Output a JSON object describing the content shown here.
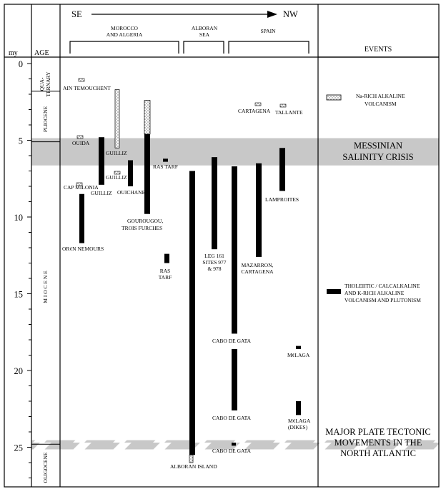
{
  "header": {
    "direction_left": "SE",
    "direction_right": "NW",
    "region_morocco_line1": "MOROCCO",
    "region_morocco_line2": "AND ALGERIA",
    "region_alboran_line1": "ALBORAN",
    "region_alboran_line2": "SEA",
    "region_spain": "SPAIN",
    "events_title": "EVENTS",
    "my_label": "my",
    "age_label": "AGE"
  },
  "axis": {
    "min": 0,
    "max": 27,
    "major_ticks": [
      "0",
      "5",
      "10",
      "15",
      "20",
      "25"
    ]
  },
  "ages": {
    "quaternary_line1": "QUA-",
    "quaternary_line2": "TERNARY",
    "pliocene": "PLIOCENE",
    "miocene": "M I O C E N E",
    "oligocene": "OLIGOCENE"
  },
  "age_boundaries": [
    1.8,
    5.1,
    24.8
  ],
  "bands": {
    "messinian": [
      5.0,
      6.5
    ],
    "tectonic": [
      24.4,
      25.0
    ]
  },
  "events": {
    "alkaline_line1": "Na-RICH ALKALINE",
    "alkaline_line2": "VOLCANISM",
    "messinian_line1": "MESSINIAN",
    "messinian_line2": "SALINITY CRISIS",
    "tholeiitic_line1": "THOLEIITIC / CALCALKALINE",
    "tholeiitic_line2": "AND K-RICH ALKALINE",
    "tholeiitic_line3": "VOLCANISM AND PLUTONISM",
    "tectonic_line1": "MAJOR PLATE TECTONIC",
    "tectonic_line2": "MOVEMENTS IN THE",
    "tectonic_line3": "NORTH ATLANTIC"
  },
  "site_labels": {
    "ain_temouchent": "AIN TEMOUCHENT",
    "ouida": "OUIDA",
    "guilliz_1": "GUILLIZ",
    "guilliz_2": "GUILLIZ",
    "guilliz_3": "GUILLIZ",
    "cap_milonia": "CAP MILONIA",
    "ouichane": "OUICHANE",
    "ras_tarf_1": "RAS TARF",
    "gourougou_line1": "GOUROUGOU,",
    "gourougou_line2": "TROIS FURCHES",
    "oran_nemours": "OR¢N NEMOURS",
    "ras_tarf_2_line1": "RAS",
    "ras_tarf_2_line2": "TARF",
    "leg161_line1": "LEG 161",
    "leg161_line2": "SITES 977",
    "leg161_line3": "& 978",
    "mazarron_line1": "MAZARRON,",
    "mazarron_line2": "CARTAGENA",
    "cartagena": "CARTAGENA",
    "tallante": "TALLANTE",
    "lamproites": "LAMPROITES",
    "cabo_1": "CABO DE GATA",
    "cabo_2": "CABO DE  GATA",
    "cabo_3": "CABO DE  GATA",
    "malaga": "M¢LAGA",
    "malaga_dikes_line1": "M¢LAGA",
    "malaga_dikes_line2": "(DIKES)",
    "alboran_island": "ALBORAN ISLAND"
  },
  "chart_data": {
    "type": "range-bar",
    "y_axis_label": "my",
    "y_range": [
      0,
      27
    ],
    "volcanic_ranges": [
      {
        "site": "ORAN NEMOURS",
        "start": 8.5,
        "end": 11.7,
        "style": "solid"
      },
      {
        "site": "GUILLIZ",
        "start": 4.8,
        "end": 7.9,
        "style": "solid"
      },
      {
        "site": "GUILLIZ",
        "start": 1.7,
        "end": 5.5,
        "style": "dotted"
      },
      {
        "site": "OUICHANE",
        "start": 6.3,
        "end": 8.0,
        "style": "solid"
      },
      {
        "site": "GOUROUGOU, TROIS FURCHES",
        "start": 4.6,
        "end": 9.8,
        "style": "solid"
      },
      {
        "site": "GOUROUGOU (alkaline)",
        "start": 2.4,
        "end": 4.6,
        "style": "dotted"
      },
      {
        "site": "RAS TARF",
        "start": 6.2,
        "end": 6.4,
        "style": "solid"
      },
      {
        "site": "RAS TARF",
        "start": 12.4,
        "end": 13.0,
        "style": "solid"
      },
      {
        "site": "ALBORAN ISLAND",
        "start": 7.0,
        "end": 25.5,
        "style": "solid"
      },
      {
        "site": "ALBORAN ISLAND",
        "start": 25.5,
        "end": 26.0,
        "style": "dotted"
      },
      {
        "site": "LEG 161 SITES 977 & 978",
        "start": 6.1,
        "end": 12.1,
        "style": "solid"
      },
      {
        "site": "CABO DE GATA",
        "start": 6.7,
        "end": 17.6,
        "style": "solid"
      },
      {
        "site": "CABO DE GATA",
        "start": 18.6,
        "end": 22.6,
        "style": "solid"
      },
      {
        "site": "CABO DE GATA",
        "start": 24.7,
        "end": 24.9,
        "style": "solid"
      },
      {
        "site": "MAZARRON, CARTAGENA",
        "start": 6.5,
        "end": 12.6,
        "style": "solid"
      },
      {
        "site": "LAMPROITES",
        "start": 5.5,
        "end": 8.3,
        "style": "solid"
      },
      {
        "site": "MALAGA",
        "start": 18.4,
        "end": 18.6,
        "style": "solid"
      },
      {
        "site": "MALAGA (DIKES)",
        "start": 22.0,
        "end": 22.9,
        "style": "solid"
      }
    ]
  }
}
